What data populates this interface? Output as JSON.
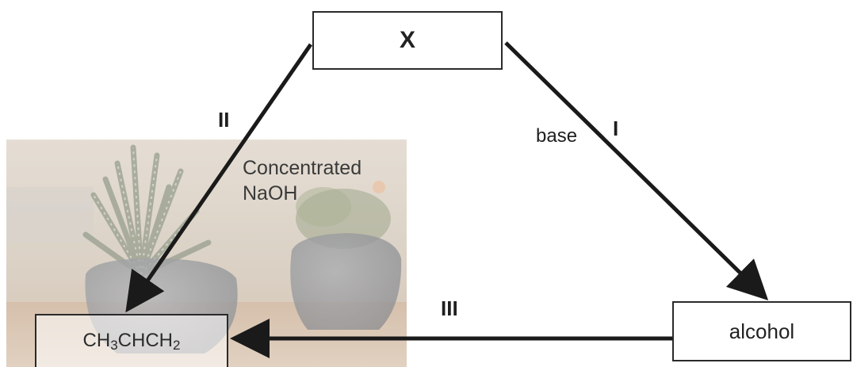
{
  "boxes": {
    "x": "X",
    "alcohol": "alcohol",
    "propene": {
      "p1": "CH",
      "s1": "3",
      "p2": "CHCH",
      "s2": "2"
    }
  },
  "labels": {
    "route_1": "I",
    "route_2": "II",
    "route_3": "III",
    "reagent_1": "base",
    "reagent_2_line1": "Concentrated",
    "reagent_2_line2": "NaOH"
  },
  "colors": {
    "line": "#1a1a1a",
    "box_border": "#2a2a2a"
  }
}
